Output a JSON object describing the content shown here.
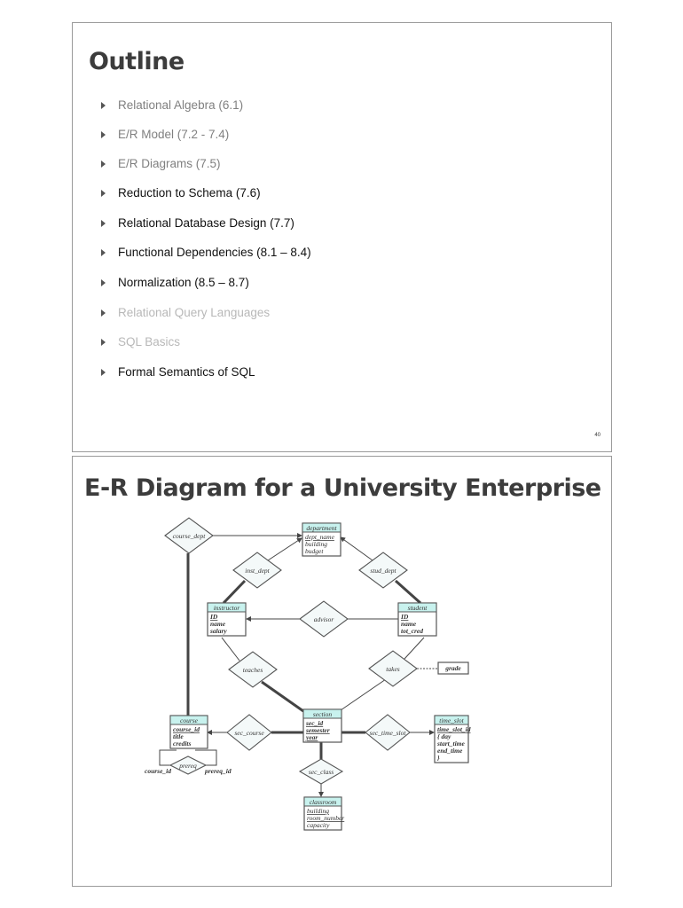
{
  "slide1": {
    "title": "Outline",
    "bullets": [
      {
        "text": "Relational Algebra (6.1)",
        "color": "#808080"
      },
      {
        "text": "E/R Model  (7.2 - 7.4)",
        "color": "#808080"
      },
      {
        "text": "E/R Diagrams (7.5)",
        "color": "#808080"
      },
      {
        "text": "Reduction to Schema (7.6)",
        "color": "#111111"
      },
      {
        "text": "Relational Database Design (7.7)",
        "color": "#111111"
      },
      {
        "text": "Functional Dependencies (8.1 – 8.4)",
        "color": "#111111"
      },
      {
        "text": "Normalization (8.5 – 8.7)",
        "color": "#111111"
      },
      {
        "text": "Relational Query Languages",
        "color": "#b8b8b8"
      },
      {
        "text": "SQL Basics",
        "color": "#b8b8b8"
      },
      {
        "text": "Formal Semantics of SQL",
        "color": "#111111"
      }
    ],
    "page_number": "40"
  },
  "slide2": {
    "title": "E-R Diagram for a University Enterprise",
    "entities": {
      "department": {
        "name": "department",
        "attrs": [
          "dept_name",
          "building",
          "budget"
        ]
      },
      "instructor": {
        "name": "instructor",
        "attrs": [
          "ID",
          "name",
          "salary"
        ]
      },
      "student": {
        "name": "student",
        "attrs": [
          "ID",
          "name",
          "tot_cred"
        ]
      },
      "section": {
        "name": "section",
        "attrs": [
          "sec_id",
          "semester",
          "year"
        ]
      },
      "course": {
        "name": "course",
        "attrs": [
          "course_id",
          "title",
          "credits"
        ]
      },
      "time_slot": {
        "name": "time_slot",
        "attrs": [
          "time_slot_id",
          "{ day",
          "start_time",
          "end_time",
          "}"
        ]
      },
      "classroom": {
        "name": "classroom",
        "attrs": [
          "building",
          "room_number",
          "capacity"
        ]
      }
    },
    "relationships": {
      "course_dept": "course_dept",
      "inst_dept": "inst_dept",
      "stud_dept": "stud_dept",
      "advisor": "advisor",
      "teaches": "teaches",
      "takes": "takes",
      "sec_course": "sec_course",
      "sec_time_slot": "sec_time_slot",
      "sec_class": "sec_class",
      "prereq": "prereq"
    },
    "relationship_attribute": "grade",
    "role_labels": {
      "left": "course_id",
      "right": "prereq_id"
    }
  }
}
